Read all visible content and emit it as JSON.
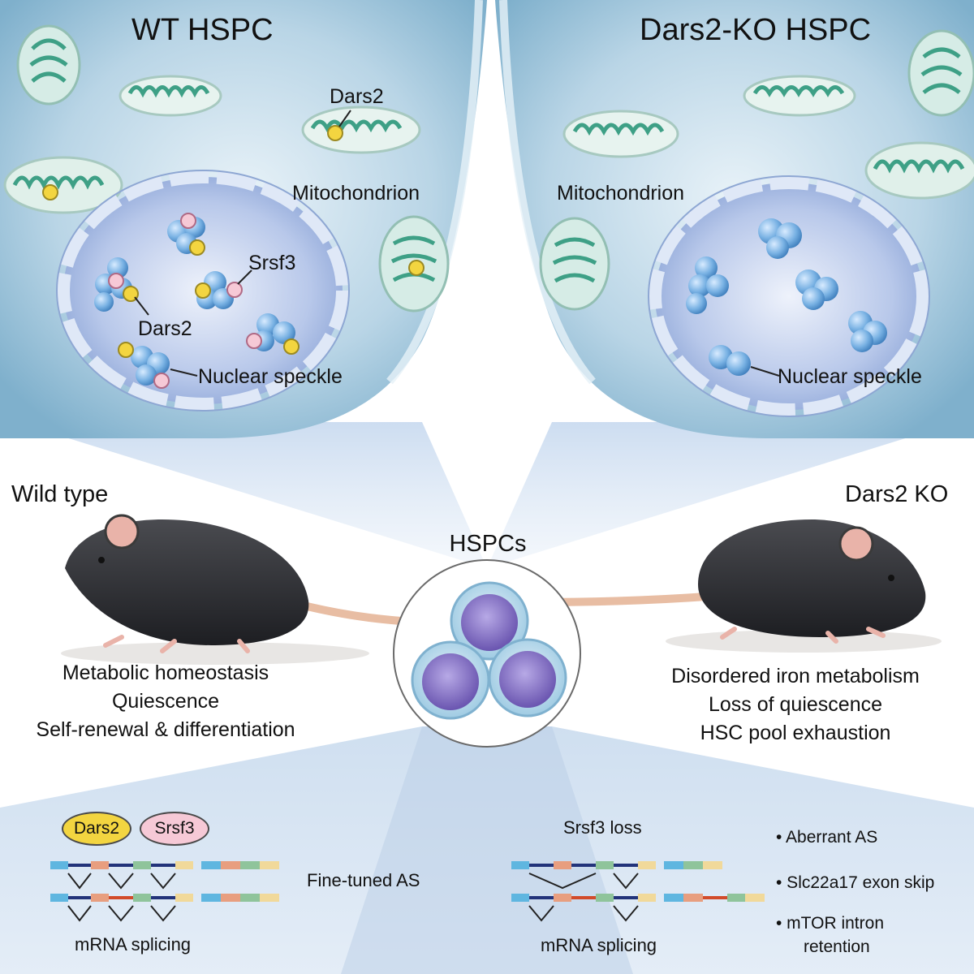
{
  "left_panel": {
    "title": "WT HSPC",
    "labels": {
      "dars2_mito": "Dars2",
      "mitochondrion": "Mitochondrion",
      "srsf3": "Srsf3",
      "dars2_nucleus": "Dars2",
      "nuclear_speckle": "Nuclear speckle"
    }
  },
  "right_panel": {
    "title": "Dars2-KO HSPC",
    "labels": {
      "mitochondrion": "Mitochondrion",
      "nuclear_speckle": "Nuclear speckle"
    }
  },
  "center": {
    "title": "HSPCs"
  },
  "wild_type": {
    "title": "Wild type",
    "phenotypes": [
      "Metabolic homeostasis",
      "Quiescence",
      "Self-renewal & differentiation"
    ]
  },
  "knockout": {
    "title": "Dars2 KO",
    "phenotypes": [
      "Disordered iron metabolism",
      "Loss of quiescence",
      "HSC pool exhaustion"
    ]
  },
  "bottom_left": {
    "legend": [
      "Dars2",
      "Srsf3"
    ],
    "result": "Fine-tuned AS",
    "caption": "mRNA splicing"
  },
  "bottom_right": {
    "header": "Srsf3 loss",
    "caption": "mRNA splicing",
    "bullets": [
      "• Aberrant AS",
      "• Slc22a17 exon skip",
      "• mTOR intron",
      "retention"
    ]
  },
  "colors": {
    "cell_blue": "#bcd6e6",
    "mito_green": "#5fb8a0",
    "dars2_yellow": "#f3d540",
    "srsf3_pink": "#f6c9d6",
    "speckle_blue": "#6aa6dc",
    "hspc_purple": "#8a79c4"
  }
}
